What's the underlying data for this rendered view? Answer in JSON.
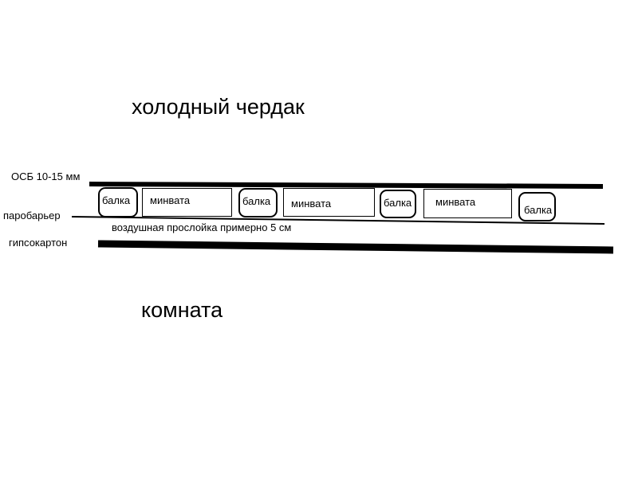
{
  "labels": {
    "cold_attic": "холодный чердак",
    "room": "комната",
    "osb": "ОСБ 10-15 мм",
    "vapor_barrier": "паробарьер",
    "drywall": "гипсокартон",
    "air_gap": "воздушная прослойка примерно 5 см"
  },
  "beams": [
    "балка",
    "балка",
    "балка",
    "балка"
  ],
  "insulation": [
    "минвата",
    "минвата",
    "минвата"
  ],
  "colors": {
    "line": "#000000",
    "background": "#ffffff"
  }
}
